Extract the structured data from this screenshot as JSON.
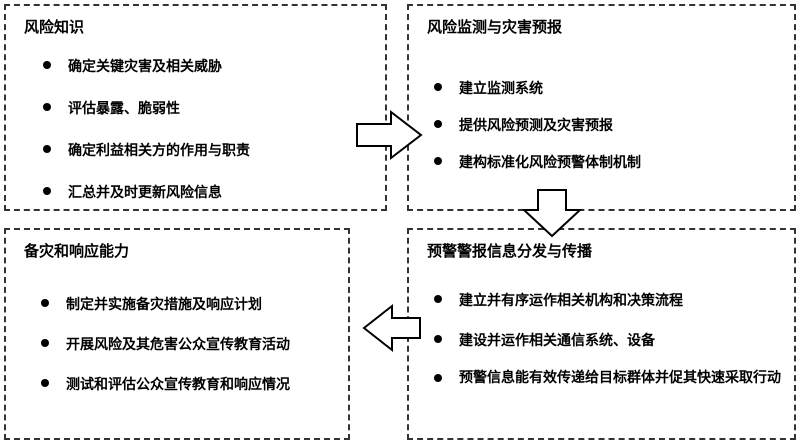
{
  "panels": {
    "risk_knowledge": {
      "title": "风险知识",
      "items": [
        "确定关键灾害及相关威胁",
        "评估暴露、脆弱性",
        "确定利益相关方的作用与职责",
        "汇总并及时更新风险信息"
      ]
    },
    "monitoring": {
      "title": "风险监测与灾害预报",
      "items": [
        "建立监测系统",
        "提供风险预测及灾害预报",
        "建构标准化风险预警体制机制"
      ]
    },
    "preparedness": {
      "title": "备灾和响应能力",
      "items": [
        "制定并实施备灾措施及响应计划",
        "开展风险及其危害公众宣传教育活动",
        "测试和评估公众宣传教育和响应情况"
      ]
    },
    "dissemination": {
      "title": "预警警报信息分发与传播",
      "items": [
        "建立并有序运作相关机构和决策流程",
        "建设并运作相关通信系统、设备",
        "预警信息能有效传递给目标群体并促其快速采取行动"
      ]
    }
  }
}
